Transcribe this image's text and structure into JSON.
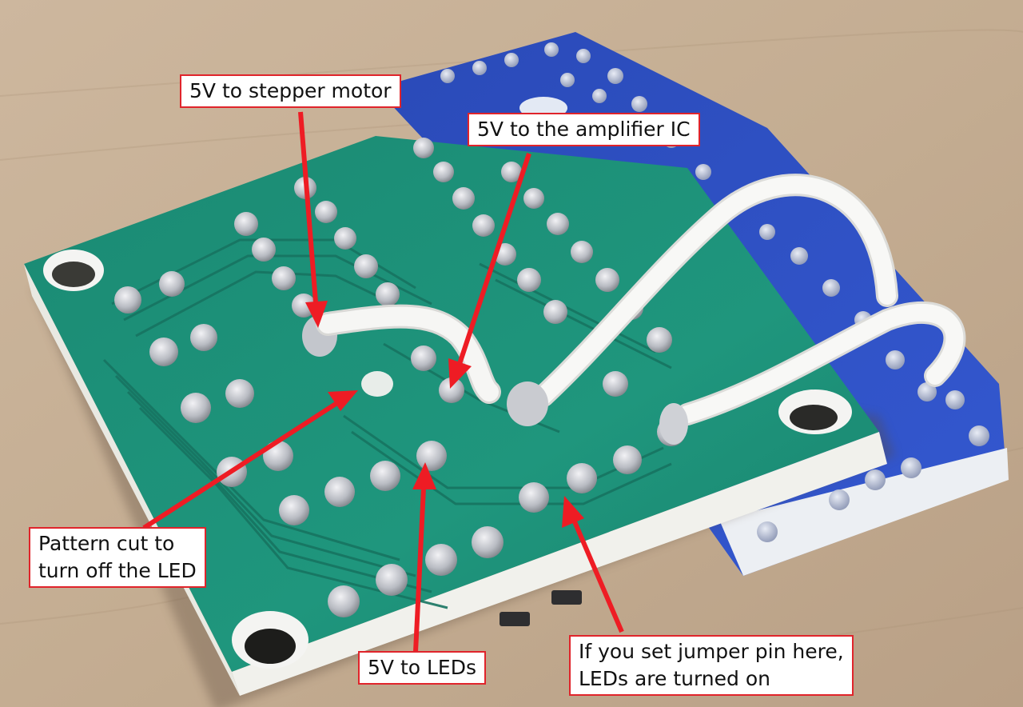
{
  "photo": {
    "subject": "pcb-board-with-jumper-wires",
    "colors": {
      "table": "#c9b49a",
      "pcb_green": "#1d8f78",
      "pcb_blue": "#2d4fc4",
      "solder": "#c9c9cf",
      "wire": "#f4f4f4",
      "callout_border": "#e0242b",
      "arrow": "#ee1c24"
    }
  },
  "callouts": {
    "stepper": {
      "text": "5V to stepper motor"
    },
    "amplifier": {
      "text": "5V to the amplifier IC"
    },
    "pattern": {
      "line1": "Pattern cut to",
      "line2": "turn off the LED"
    },
    "leds": {
      "text": "5V to LEDs"
    },
    "jumper": {
      "line1": "If you set jumper pin here,",
      "line2": "LEDs are turned on"
    }
  }
}
